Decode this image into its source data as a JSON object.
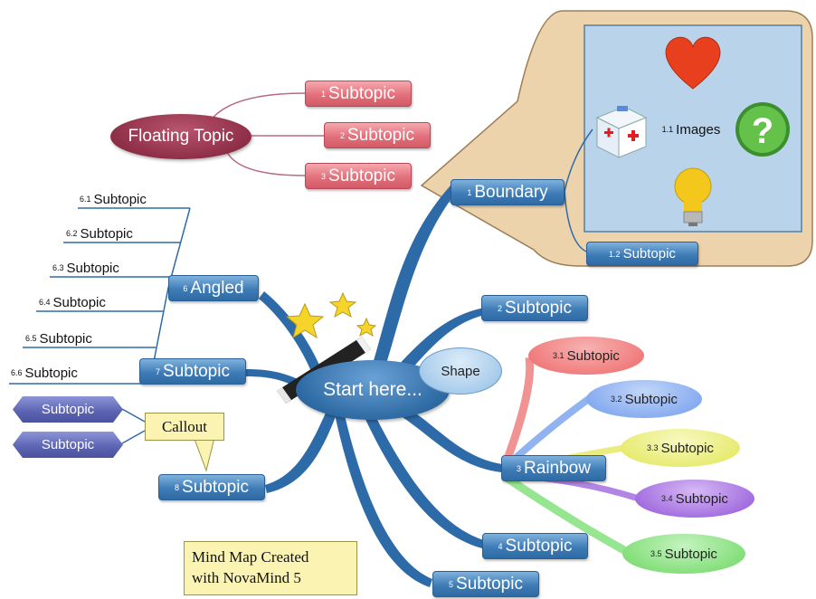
{
  "central_topic": "Start here...",
  "shape_label": "Shape",
  "floating_topic": {
    "label": "Floating Topic",
    "children": [
      {
        "num": "1",
        "label": "Subtopic"
      },
      {
        "num": "2",
        "label": "Subtopic"
      },
      {
        "num": "3",
        "label": "Subtopic"
      }
    ]
  },
  "branches": {
    "boundary": {
      "num": "1",
      "label": "Boundary",
      "images": {
        "num": "1.1",
        "label": "Images"
      },
      "sub": {
        "num": "1.2",
        "label": "Subtopic"
      }
    },
    "b2": {
      "num": "2",
      "label": "Subtopic"
    },
    "rainbow": {
      "num": "3",
      "label": "Rainbow",
      "children": [
        {
          "num": "3.1",
          "label": "Subtopic"
        },
        {
          "num": "3.2",
          "label": "Subtopic"
        },
        {
          "num": "3.3",
          "label": "Subtopic"
        },
        {
          "num": "3.4",
          "label": "Subtopic"
        },
        {
          "num": "3.5",
          "label": "Subtopic"
        }
      ]
    },
    "b4": {
      "num": "4",
      "label": "Subtopic"
    },
    "b5": {
      "num": "5",
      "label": "Subtopic"
    },
    "angled": {
      "num": "6",
      "label": "Angled",
      "children": [
        {
          "num": "6.1",
          "label": "Subtopic"
        },
        {
          "num": "6.2",
          "label": "Subtopic"
        },
        {
          "num": "6.3",
          "label": "Subtopic"
        },
        {
          "num": "6.4",
          "label": "Subtopic"
        },
        {
          "num": "6.5",
          "label": "Subtopic"
        },
        {
          "num": "6.6",
          "label": "Subtopic"
        }
      ]
    },
    "b7": {
      "num": "7",
      "label": "Subtopic"
    },
    "b8": {
      "num": "8",
      "label": "Subtopic",
      "callout": "Callout",
      "callout_items": [
        "Subtopic",
        "Subtopic"
      ]
    }
  },
  "note": {
    "line1": "Mind Map Created",
    "line2": "with NovaMind 5"
  },
  "colors": {
    "branch": "#2d6aa8",
    "topic_blue": "#3f7cb6",
    "topic_pink": "#e2717c",
    "floating": "#8e2f47",
    "boundary_fill": "#ecd3ac",
    "rainbow": [
      "#f08080",
      "#7fa6ee",
      "#e8ea72",
      "#a36ee0",
      "#84e07c"
    ]
  }
}
